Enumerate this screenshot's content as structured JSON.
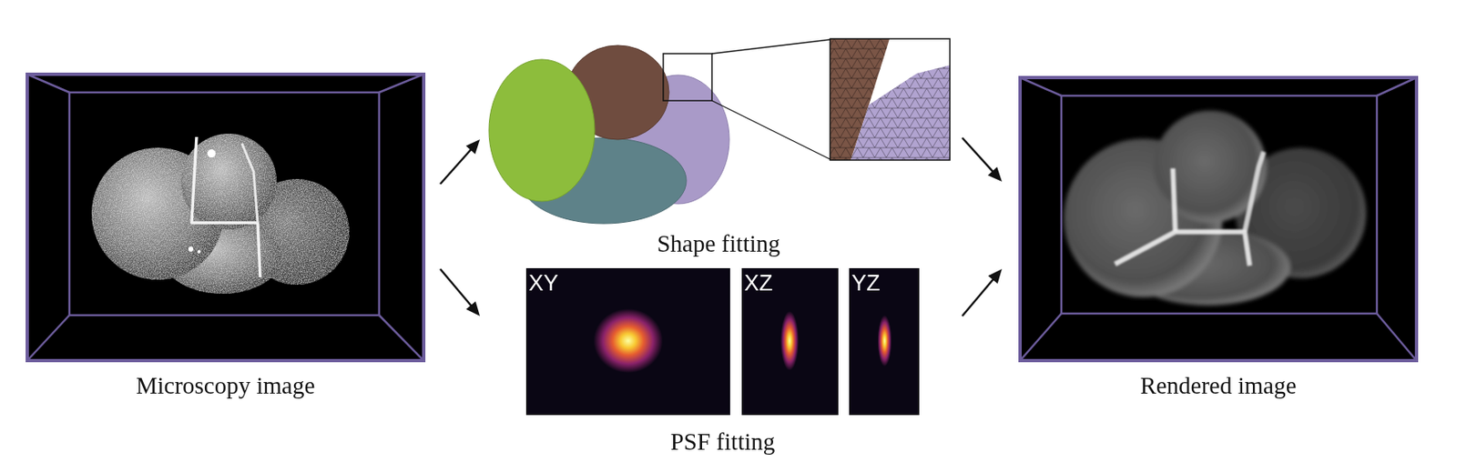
{
  "diagram": {
    "nodes": [
      {
        "text": [
          "Microscopy image"
        ]
      },
      {
        "text": [
          "Shape fitting"
        ]
      },
      {
        "text": [
          "PSF fitting"
        ]
      },
      {
        "text": [
          "XY"
        ],
        "in": 2
      },
      {
        "text": [
          "XZ"
        ],
        "in": 2
      },
      {
        "text": [
          "YZ"
        ],
        "in": 2
      },
      {
        "text": [
          "Rendered image"
        ]
      }
    ],
    "edges": [
      {
        "from": 0,
        "to": 1,
        "arrow": "to"
      },
      {
        "from": 0,
        "to": 2,
        "arrow": "to"
      },
      {
        "from": 1,
        "to": 6,
        "arrow": "to"
      },
      {
        "from": 2,
        "to": 6,
        "arrow": "to"
      }
    ]
  }
}
